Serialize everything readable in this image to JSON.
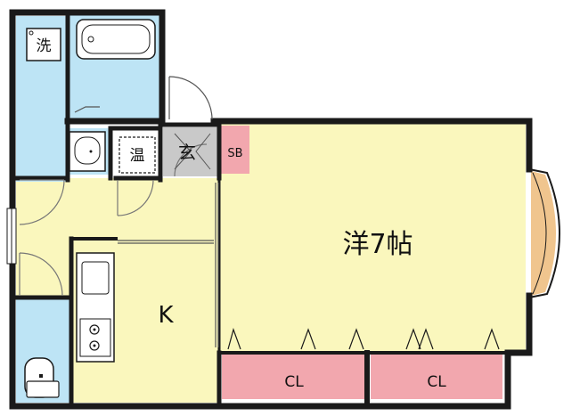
{
  "rooms": {
    "western_room": "洋7帖",
    "kitchen": "K",
    "closet_left": "CL",
    "closet_right": "CL",
    "entrance": "玄",
    "shoe_box": "SB",
    "water_heater": "温",
    "washer": "洗"
  },
  "colors": {
    "wall": "#1a1a1a",
    "room_yellow": "#faf7bd",
    "wet_blue": "#bde4f5",
    "closet_pink": "#f2a7ae",
    "entrance_gray": "#c9c9c9",
    "bay_window": "#f0c58e"
  }
}
